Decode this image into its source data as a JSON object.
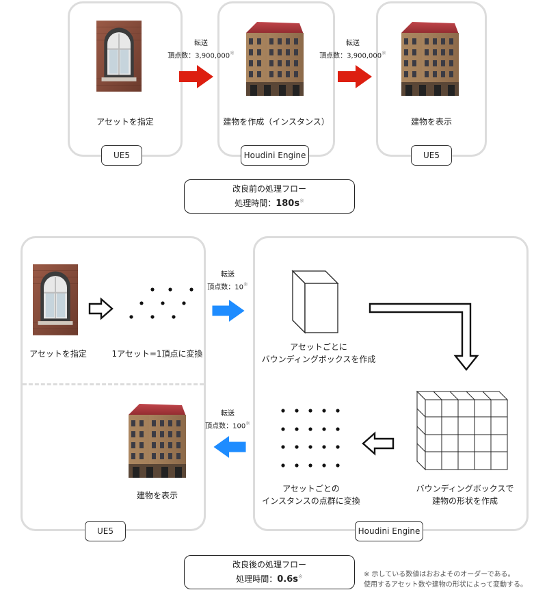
{
  "top_flow": {
    "steps": [
      {
        "label": "アセットを指定",
        "platform": "UE5"
      },
      {
        "label": "建物を作成（インスタンス）",
        "platform": "Houdini Engine"
      },
      {
        "label": "建物を表示",
        "platform": "UE5"
      }
    ],
    "transfers": [
      {
        "title": "転送",
        "count": "頂点数：3,900,000",
        "mark": "※"
      },
      {
        "title": "転送",
        "count": "頂点数：3,900,000",
        "mark": "※"
      }
    ],
    "summary": {
      "title": "改良前の処理フロー",
      "time_label": "処理時間：",
      "time_value": "180s",
      "mark": "※"
    }
  },
  "bottom_flow": {
    "ue5_panel": {
      "platform": "UE5",
      "asset_label": "アセットを指定",
      "points_label": "1アセット=1頂点に変換",
      "building_label": "建物を表示"
    },
    "houdini_panel": {
      "platform": "Houdini Engine",
      "bbox_label_1": "アセットごとに",
      "bbox_label_2": "バウンディングボックスを作成",
      "shape_label_1": "バウンディングボックスで",
      "shape_label_2": "建物の形状を作成",
      "instance_label_1": "アセットごとの",
      "instance_label_2": "インスタンスの点群に変換"
    },
    "transfers": [
      {
        "title": "転送",
        "count": "頂点数：10",
        "mark": "※"
      },
      {
        "title": "転送",
        "count": "頂点数：100",
        "mark": "※"
      }
    ],
    "summary": {
      "title": "改良後の処理フロー",
      "time_label": "処理時間：",
      "time_value": "0.6s",
      "mark": "※"
    }
  },
  "footnote": {
    "line1": "※ 示している数値はおおよそのオーダーである。",
    "line2": "使用するアセット数や建物の形状によって変動する。"
  },
  "colors": {
    "red_arrow": "#dd1f10",
    "blue_arrow": "#1e8cff",
    "panel_border": "#dcdcdc"
  },
  "icons": [
    "window-asset-icon",
    "building-icon",
    "arrow-right-icon",
    "arrow-left-icon",
    "box-3d-icon",
    "point-grid-icon",
    "voxel-grid-icon"
  ]
}
